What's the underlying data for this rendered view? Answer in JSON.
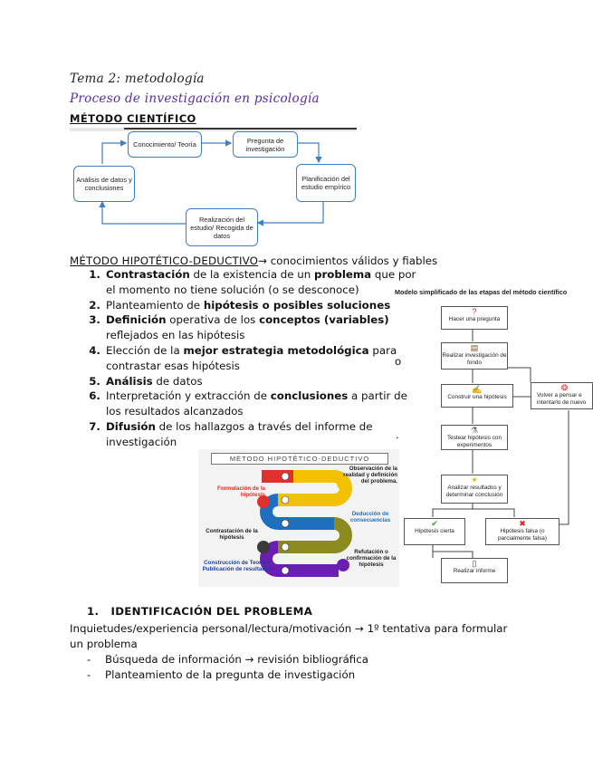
{
  "header": {
    "tema": "Tema 2: metodología",
    "subtitle": "Proceso de investigación en psicología",
    "section_cientifico": "MÉTODO CIENTÍFICO"
  },
  "cycle_diagram": {
    "nodes": {
      "conocimiento": "Conocimiento/ Teoría",
      "pregunta": "Pregunta de investigación",
      "planificacion": "Planificación del estudio empírico",
      "realizacion": "Realización del estudio/ Recogida de datos",
      "analisis": "Análisis de datos y conclusiones"
    }
  },
  "hipotetico": {
    "title": "MÉTODO HIPOTÉTICO-DEDUCTIVO",
    "suffix": "→ conocimientos válidos y fiables"
  },
  "steps": [
    {
      "b1": "Contrastación",
      "t1": " de la existencia de un ",
      "b2": "problema",
      "t2": " que por el momento no tiene solución (o se desconoce)"
    },
    {
      "b1": "",
      "t1": "Planteamiento de ",
      "b2": "hipótesis o posibles soluciones",
      "t2": ""
    },
    {
      "b1": "Definición",
      "t1": " operativa de los ",
      "b2": "conceptos (variables)",
      "t2": " reflejados en las hipótesis"
    },
    {
      "b1": "",
      "t1": "Elección de la ",
      "b2": "mejor estrategia metodológica",
      "t2": " para contrastar esas hipótesis"
    },
    {
      "b1": "Análisis",
      "t1": " de datos",
      "b2": "",
      "t2": ""
    },
    {
      "b1": "",
      "t1": "Interpretación y extracción de ",
      "b2": "conclusiones",
      "t2": " a partir de los resultados alcanzados"
    },
    {
      "b1": "Difusión",
      "t1": " de los hallazgos a través del informe de investigación",
      "b2": "",
      "t2": ""
    }
  ],
  "stray_marks": {
    "o": "o",
    "dot": "."
  },
  "simplified_model": {
    "title": "Modelo simplificado de las etapas del método científico",
    "boxes": {
      "pregunta": "Hacer una pregunta",
      "investigacion": "Realizar investigación de fondo",
      "hipotesis": "Construir una hipótesis",
      "testear": "Testear hipótesis con experimentos",
      "analizar": "Analizar resultados y determinar conclusión",
      "cierta": "Hipótesis cierta",
      "falsa": "Hipótesis falsa (o parcialmente falsa)",
      "volver": "Volver a pensar e intentarlo de nuevo",
      "informe": "Realizar informe"
    }
  },
  "hd_figure": {
    "title": "MÉTODO HIPOTÉTICO-DEDUCTIVO",
    "labels": {
      "observacion": "Observación de la realidad y definición del problema.",
      "formulacion": "Formulación de la hipótesis",
      "deduccion": "Deducción de consecuencias",
      "contrastacion": "Contrastación de la hipótesis",
      "refutacion": "Refutación o confirmación de la hipótesis",
      "construccion": "Construcción de Teoría y Publicación de resultados"
    },
    "colors": {
      "yellow": "#f2c200",
      "purple": "#6a1fb0",
      "red": "#e0312e",
      "blue": "#1f6fc0",
      "olive": "#8a8a1f"
    }
  },
  "section1": {
    "title": "1.   IDENTIFICACIÓN DEL PROBLEMA",
    "text": "Inquietudes/experiencia personal/lectura/motivación → 1º tentativa para formular un problema",
    "bullets": [
      "Búsqueda de información → revisión bibliográfica",
      "Planteamiento de la pregunta de investigación"
    ]
  }
}
